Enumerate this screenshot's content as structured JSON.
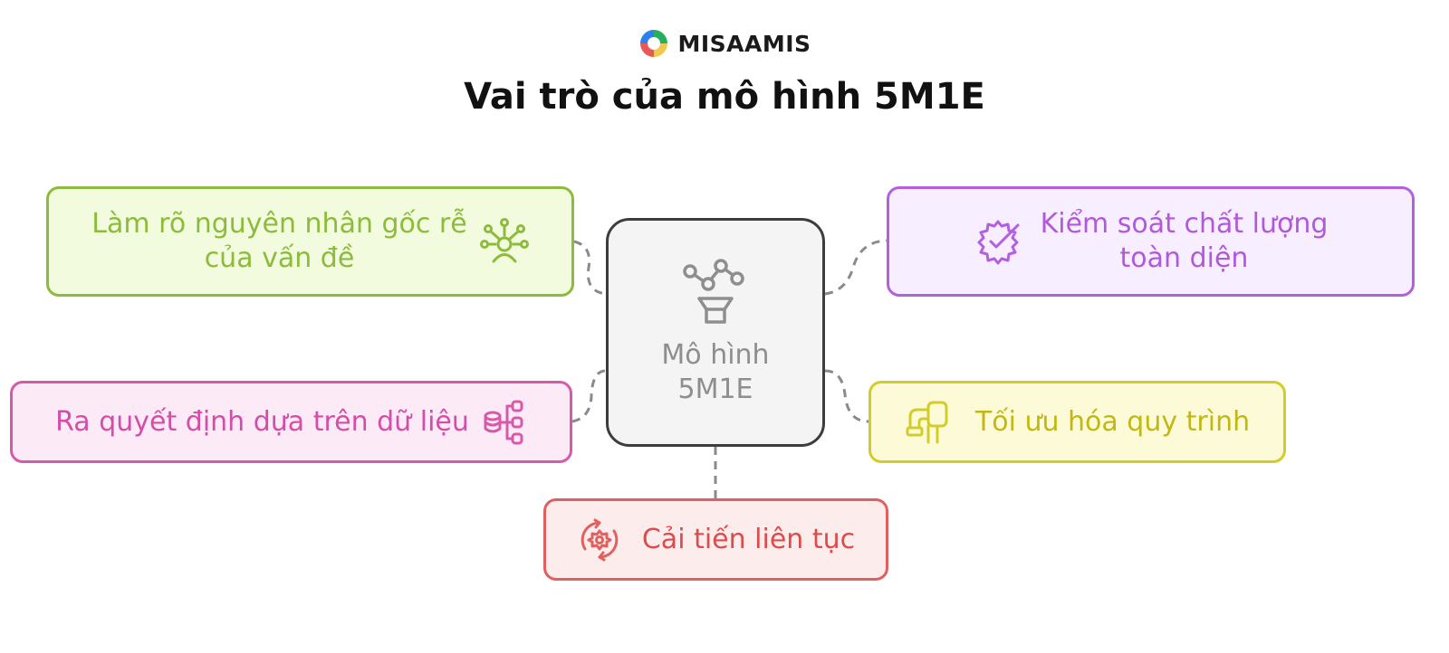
{
  "brand": {
    "name": "MISAAMIS",
    "logo_icon": "misa-amis-logo-icon",
    "logo_colors": [
      "#2f80ed",
      "#27ae60",
      "#f2c94c",
      "#eb5757"
    ]
  },
  "title": "Vai trò của mô hình 5M1E",
  "center": {
    "line1": "Mô hình",
    "line2": "5M1E",
    "icon": "network-funnel-icon",
    "color": "#3d3d3d"
  },
  "roles": {
    "root_cause": {
      "line1": "Làm rõ nguyên nhân gốc rễ",
      "line2": "của vấn đề",
      "icon": "person-connections-icon",
      "color": "#8dbb3b"
    },
    "quality_control": {
      "line1": "Kiểm soát chất lượng",
      "line2": "toàn diện",
      "icon": "gear-check-icon",
      "color": "#b45fe0"
    },
    "data_decision": {
      "label": "Ra quyết định dựa trên dữ liệu",
      "icon": "database-flow-icon",
      "color": "#d65aa9"
    },
    "process_optimization": {
      "label": "Tối ưu hóa quy trình",
      "icon": "pipe-flow-icon",
      "color": "#d2cc2a"
    },
    "continuous_improvement": {
      "label": "Cải tiến liên tục",
      "icon": "gear-cycle-icon",
      "color": "#e06060"
    }
  }
}
